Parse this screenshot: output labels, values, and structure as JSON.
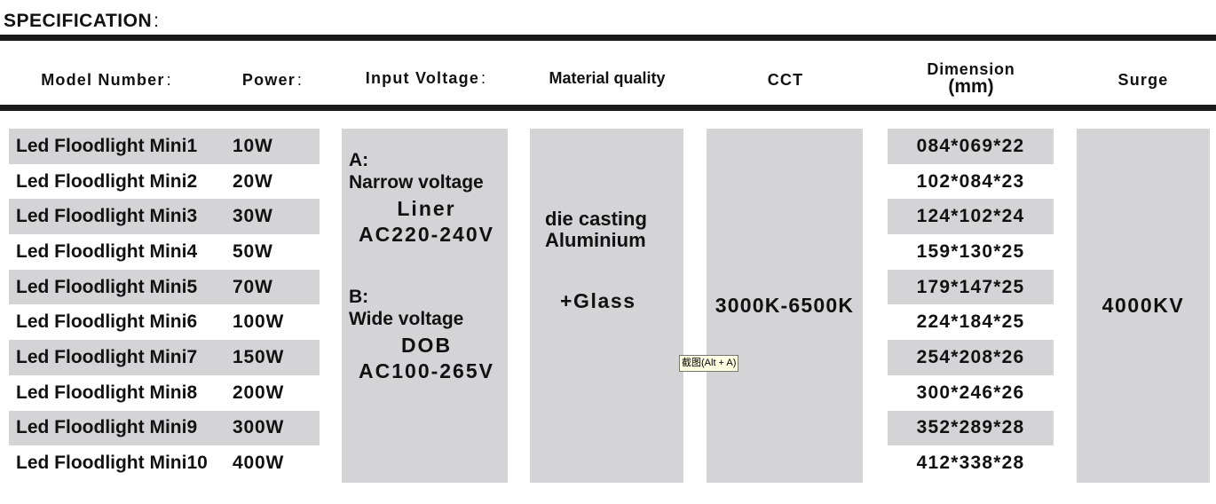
{
  "title": "SPECIFICATION",
  "title_suffix": ":",
  "headers": {
    "model": "Model Number",
    "model_suffix": ":",
    "power": "Power",
    "power_suffix": ":",
    "input_voltage": "Input Voltage",
    "input_voltage_suffix": ":",
    "material": "Material quality",
    "cct": "CCT",
    "dimension": "Dimension",
    "dimension_unit": "(mm)",
    "surge": "Surge"
  },
  "rows": [
    {
      "model": "Led Floodlight Mini1",
      "power": "10W",
      "dimension": "084*069*22"
    },
    {
      "model": "Led Floodlight Mini2",
      "power": "20W",
      "dimension": "102*084*23"
    },
    {
      "model": "Led Floodlight Mini3",
      "power": "30W",
      "dimension": "124*102*24"
    },
    {
      "model": "Led Floodlight Mini4",
      "power": "50W",
      "dimension": "159*130*25"
    },
    {
      "model": "Led Floodlight Mini5",
      "power": "70W",
      "dimension": "179*147*25"
    },
    {
      "model": "Led Floodlight Mini6",
      "power": "100W",
      "dimension": "224*184*25"
    },
    {
      "model": "Led Floodlight Mini7",
      "power": "150W",
      "dimension": "254*208*26"
    },
    {
      "model": "Led Floodlight Mini8",
      "power": "200W",
      "dimension": "300*246*26"
    },
    {
      "model": "Led Floodlight Mini9",
      "power": "300W",
      "dimension": "352*289*28"
    },
    {
      "model": "Led Floodlight Mini10",
      "power": "400W",
      "dimension": "412*338*28"
    }
  ],
  "voltage": {
    "a_label": "A:",
    "a_name": "Narrow voltage",
    "a_type": "Liner",
    "a_range": "AC220-240V",
    "b_label": "B:",
    "b_name": "Wide voltage",
    "b_type": "DOB",
    "b_range": "AC100-265V"
  },
  "material": {
    "line1": "die casting",
    "line2": "Aluminium",
    "line3": "+Glass"
  },
  "cct_value": "3000K-6500K",
  "surge_value": "4000KV",
  "tooltip": "截图(Alt + A)"
}
